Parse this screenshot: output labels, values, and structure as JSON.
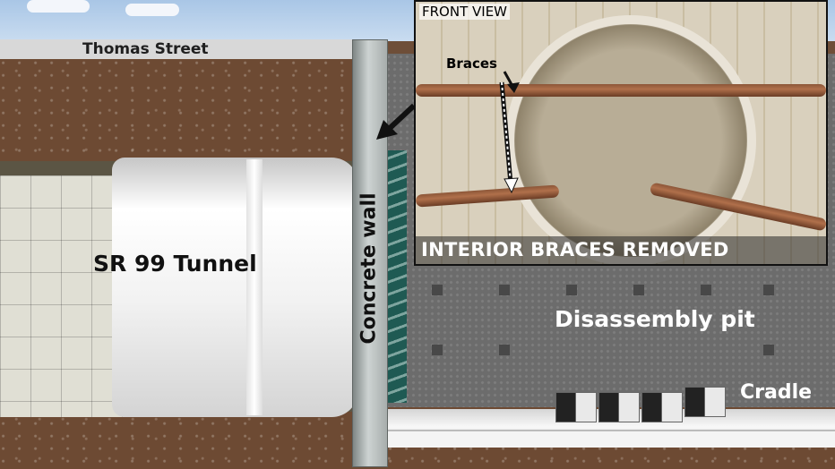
{
  "labels": {
    "street": "Thomas Street",
    "tunnel": "SR 99 Tunnel",
    "wall": "Concrete wall",
    "pit": "Disassembly pit",
    "cradle": "Cradle"
  },
  "inset": {
    "title": "FRONT VIEW",
    "braces": "Braces",
    "caption": "INTERIOR BRACES REMOVED"
  },
  "colors": {
    "soil": "#6d4a33",
    "pit": "#6c6c6c",
    "cutterhead": "#1f5a53",
    "brace_pipe": "#a0633f"
  },
  "icons": [
    "callout-arrow",
    "braces-pointer-arrow",
    "removal-arrow"
  ]
}
